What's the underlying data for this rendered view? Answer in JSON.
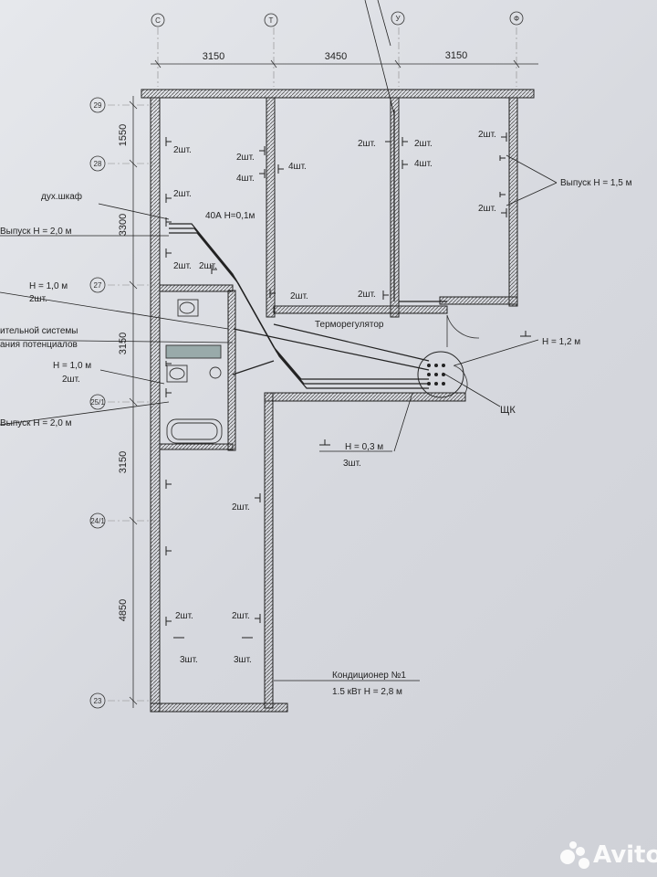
{
  "axes": {
    "columns": [
      "С",
      "Т",
      "У",
      "Ф"
    ],
    "rows": [
      "29",
      "28",
      "27",
      "25/1",
      "24/1",
      "23"
    ]
  },
  "dimensions": {
    "top": [
      "3150",
      "3450",
      "3150"
    ],
    "left": [
      "1550",
      "3300",
      "3150",
      "3150",
      "4850"
    ]
  },
  "labels": {
    "dux_shkaf": "дух.шкаф",
    "panel_40a": "40А Н=0,1м",
    "vypusk_20_top": "Выпуск Н = 2,0 м",
    "h10_a": "Н = 1,0 м",
    "sht2_a": "2шт.",
    "sistema_1": "ительной системы",
    "sistema_2": "ания потенциалов",
    "h10_b": "Н = 1,0 м",
    "sht2_b": "2шт.",
    "vypusk_20_bottom": "Выпуск Н = 2,0 м",
    "termoregulator": "Терморегулятор",
    "vypusk_15": "Выпуск Н = 1,5 м",
    "h12": "Н = 1,2 м",
    "shchk": "ЩК",
    "h03": "Н = 0,3 м",
    "sht3": "3шт.",
    "conditioner_1": "Кондиционер №1",
    "conditioner_2": "1.5 кВт   Н = 2,8 м"
  },
  "socket_counts": {
    "r1_a": "2шт.",
    "r1_b": "2шт.",
    "r1_c": "2шт.",
    "r2_a": "2шт.",
    "r2_b": "4шт.",
    "r2_c": "4шт.",
    "r2_d": "2шт.",
    "r3_a": "2шт.",
    "r3_b": "2шт.",
    "r3_c": "4шт.",
    "r3_d": "2шт.",
    "r4_a": "2шт.",
    "r4_b": "2шт.",
    "r5_a": "2шт.",
    "r5_b": "2шт.",
    "r5_c": "2шт.",
    "r5_d": "3шт.",
    "r5_e": "3шт.",
    "r1_d": "2шт."
  },
  "watermark": "Avito"
}
